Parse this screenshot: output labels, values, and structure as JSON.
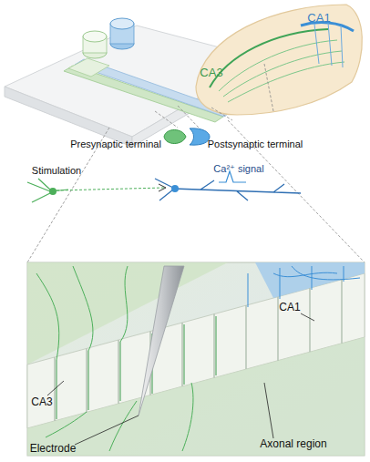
{
  "diagram": {
    "labels": [
      "CA1",
      "CA3",
      "Presynaptic terminal",
      "Postsynaptic terminal",
      "Stimulation",
      "Ca²⁺ signal",
      "CA1",
      "CA3",
      "Electrode",
      "Axonal region"
    ]
  }
}
